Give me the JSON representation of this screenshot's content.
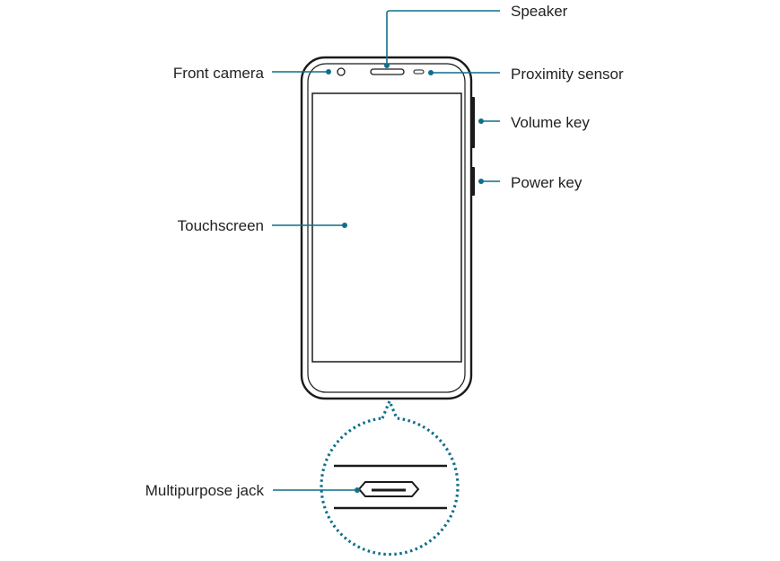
{
  "labels": {
    "speaker": "Speaker",
    "front_camera": "Front camera",
    "proximity_sensor": "Proximity sensor",
    "volume_key": "Volume key",
    "power_key": "Power key",
    "touchscreen": "Touchscreen",
    "multipurpose_jack": "Multipurpose jack"
  },
  "colors": {
    "leader": "#0f6f8c",
    "outline": "#1a1a1a"
  }
}
